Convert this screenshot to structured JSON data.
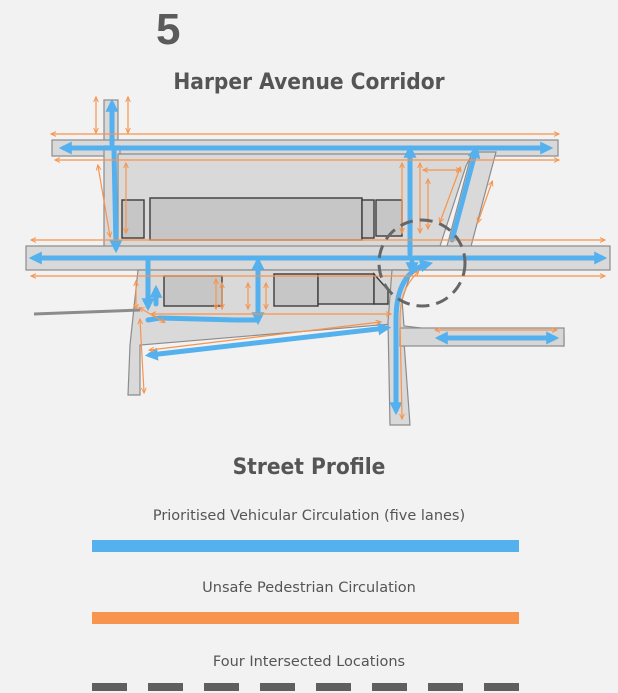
{
  "header": {
    "number": "5",
    "title": "Harper Avenue Corridor"
  },
  "legend": {
    "title": "Street Profile",
    "items": [
      {
        "label": "Prioritised Vehicular Circulation (five lanes)",
        "color": "#55b0ee",
        "style": "solid"
      },
      {
        "label": "Unsafe Pedestrian Circulation",
        "color": "#f7944d",
        "style": "solid"
      },
      {
        "label": "Four Intersected Locations",
        "color": "#5f5f5f",
        "style": "dashed"
      }
    ]
  },
  "colors": {
    "vehicular": "#55b0ee",
    "pedestrian": "#f7944d",
    "intersection": "#666666",
    "road": "#d9d9d9",
    "background": "#f2f2f2"
  }
}
